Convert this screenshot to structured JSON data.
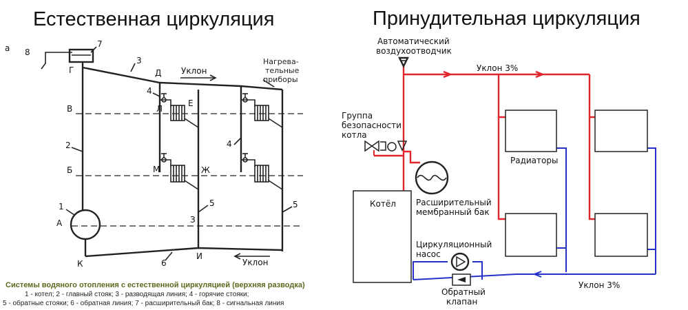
{
  "titles": {
    "left": "Естественная циркуляция",
    "right": "Принудительная циркуляция"
  },
  "left": {
    "fig_letter": "а",
    "numbers": [
      "8",
      "7",
      "3",
      "2",
      "1",
      "4",
      "4",
      "5",
      "5",
      "6"
    ],
    "letters": [
      "Г",
      "Д",
      "В",
      "Л",
      "Е",
      "Б",
      "М",
      "Ж",
      "А",
      "З",
      "К",
      "И"
    ],
    "slope_top": "Уклон",
    "slope_bottom": "Уклон",
    "heaters_label": [
      "Нагрева-",
      "тельные",
      "приборы"
    ],
    "caption": {
      "heading": "Системы водяного отопления с естественной циркуляцией (верхняя разводка)",
      "line1": "1 - котел; 2 - главный стояк; 3 - разводящая линия; 4 - горячие стояки;",
      "line2": "5 - обратные стояки; 6 - обратная линия; 7 - расширительный бак; 8 - сигнальная линия"
    }
  },
  "right": {
    "air_vent": [
      "Автоматический",
      "воздухоотводчик"
    ],
    "slope_top": "Уклон 3%",
    "safety_group": [
      "Группа",
      "безопасности",
      "котла"
    ],
    "radiators": "Радиаторы",
    "boiler": "Котёл",
    "tank": [
      "Расширительный",
      "мембранный бак"
    ],
    "pump": [
      "Циркуляционный",
      "насос"
    ],
    "check_valve": [
      "Обратный",
      "клапан"
    ],
    "slope_bottom": "Уклон 3%",
    "colors": {
      "supply": "#e0262b",
      "return": "#2430c8"
    }
  }
}
